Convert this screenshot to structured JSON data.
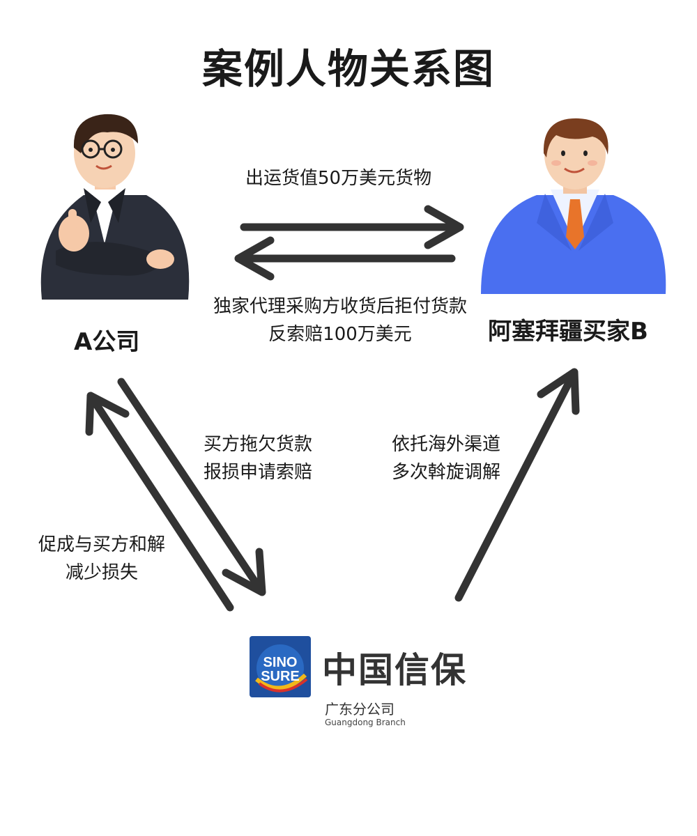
{
  "title": "案例人物关系图",
  "parties": {
    "company_a": "A公司",
    "buyer_b": "阿塞拜疆买家B"
  },
  "edges": {
    "a_to_b_line1": "出运货值50万美元货物",
    "b_to_a_line1": "独家代理采购方收货后拒付货款",
    "b_to_a_line2": "反索赔100万美元",
    "a_to_sinosure_line1": "买方拖欠货款",
    "a_to_sinosure_line2": "报损申请索赔",
    "sinosure_to_b_line1": "依托海外渠道",
    "sinosure_to_b_line2": "多次斡旋调解",
    "sinosure_to_a_line1": "促成与买方和解",
    "sinosure_to_a_line2": "减少损失"
  },
  "logo": {
    "mark_line1": "SINO",
    "mark_line2": "SURE",
    "name": "中国信保",
    "branch_cn": "广东分公司",
    "branch_en": "Guangdong Branch"
  },
  "colors": {
    "arrow": "#333333",
    "buyer_jacket": "#4a6ff0",
    "a_jacket": "#2b2f3a",
    "tie": "#e8742a",
    "logo_blue": "#1f4f9e"
  }
}
